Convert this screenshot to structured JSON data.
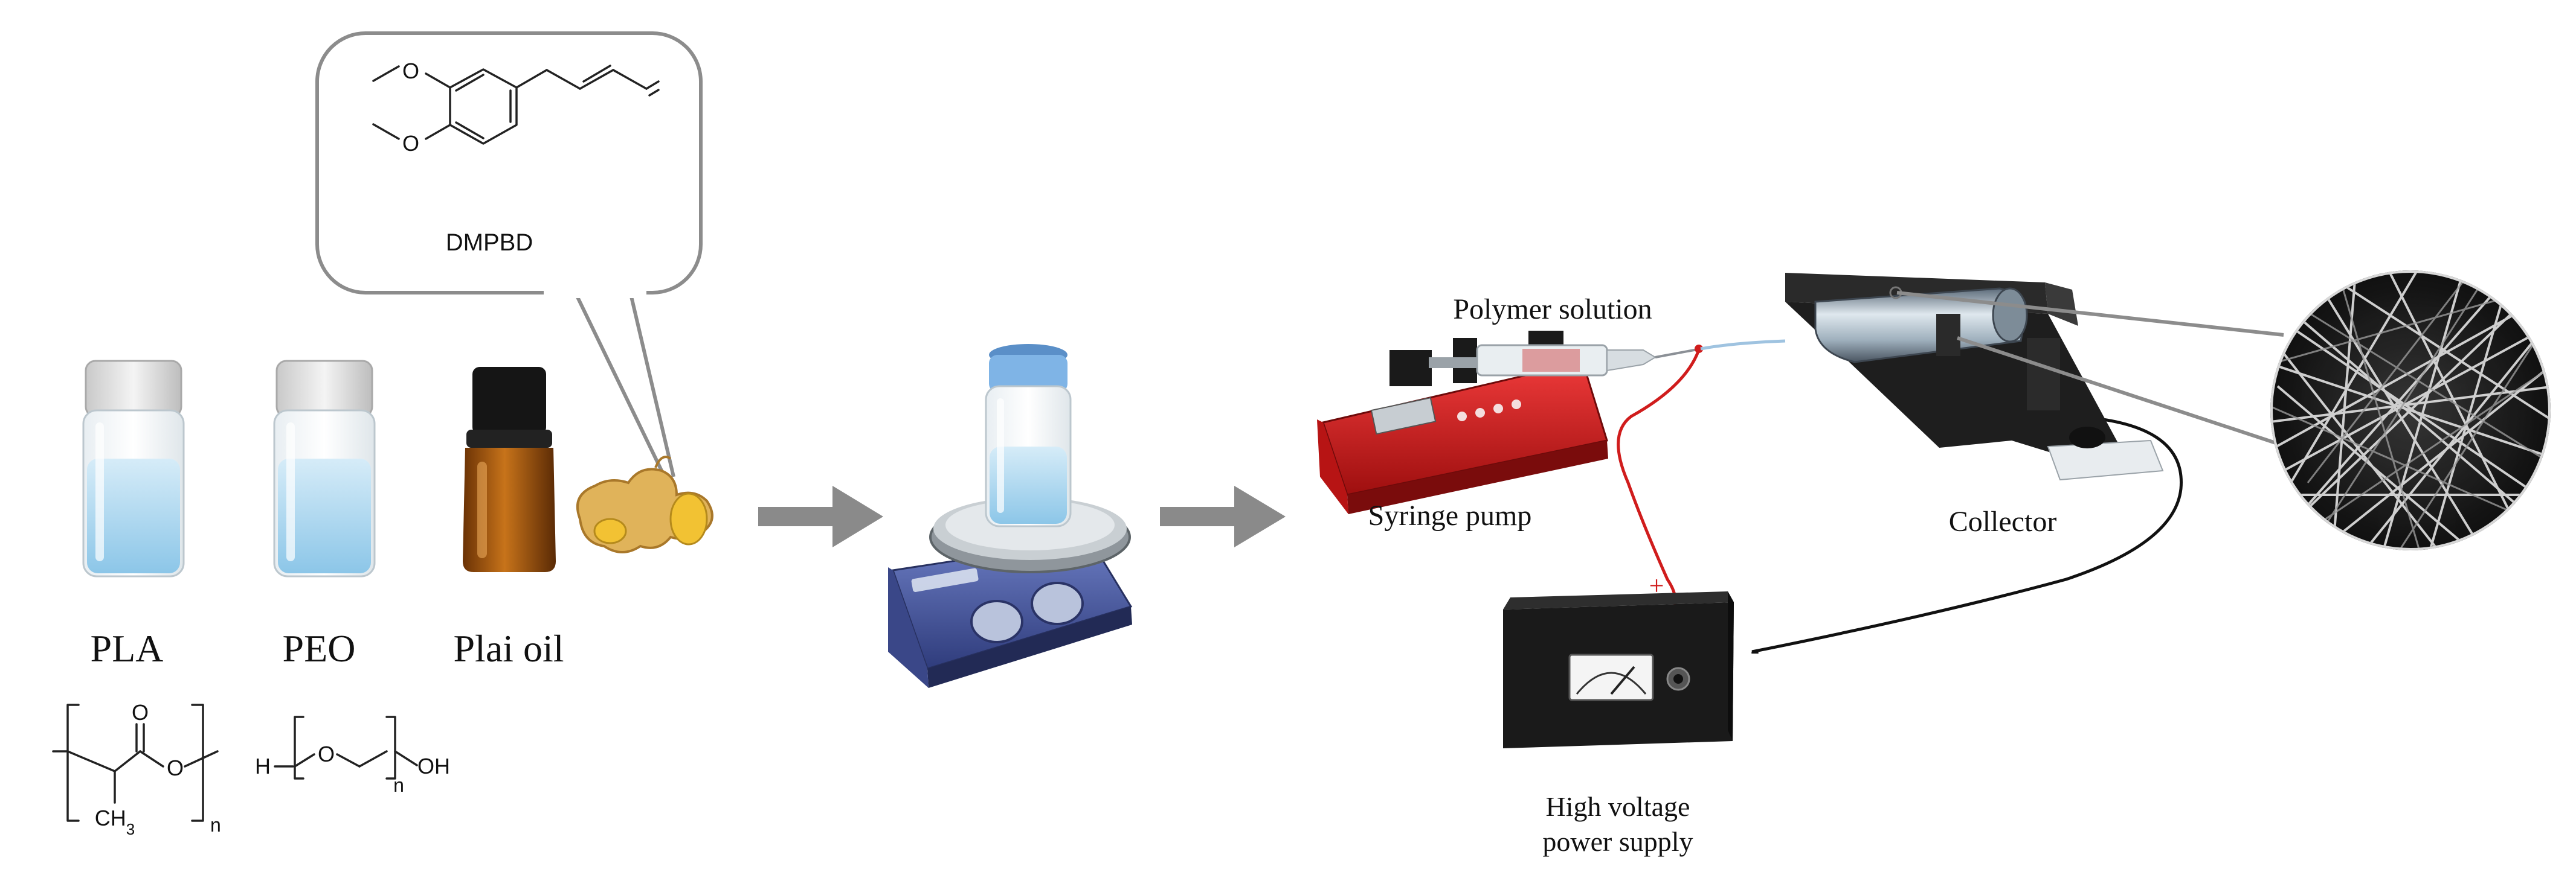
{
  "callout": {
    "compound_label": "DMPBD"
  },
  "materials": {
    "pla": {
      "label": "PLA"
    },
    "peo": {
      "label": "PEO"
    },
    "oil": {
      "label": "Plai oil"
    }
  },
  "formulas": {
    "pla": {
      "subscript": "n",
      "methyl": "CH3"
    },
    "peo": {
      "left_end": "H",
      "subscript": "n",
      "right_end": "OH"
    }
  },
  "setup": {
    "polymer_solution": "Polymer solution",
    "syringe_pump": "Syringe pump",
    "collector": "Collector",
    "power_supply_line1": "High voltage",
    "power_supply_line2": "power supply",
    "positive_sign": "+",
    "negative_sign": "-"
  },
  "colors": {
    "arrow": "#8a8a8a",
    "pump_body": "#d41c1c",
    "hot_plate": "#4a5aa0",
    "power_box": "#1a1a1a",
    "oil_bottle": "#a55a10",
    "vial_liquid": "#b9dcf0",
    "ginger": "#e8b84a"
  }
}
